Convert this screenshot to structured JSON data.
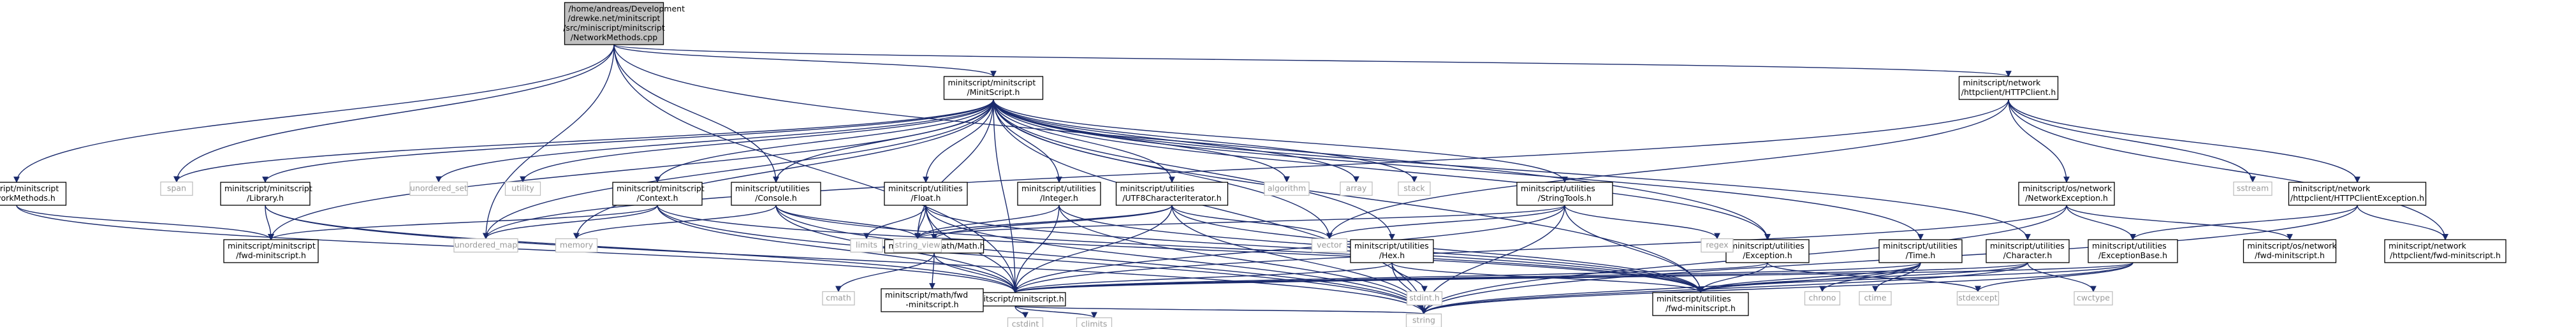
{
  "colors": {
    "edge": "#1a2a6c",
    "root_fill": "#bfbfbf",
    "node_fill": "#ffffff",
    "node_border": "#000000",
    "system_border": "#bfbfbf",
    "system_text": "#9a9a9a"
  },
  "nodes": [
    {
      "id": "root",
      "kind": "root",
      "lines": [
        "/home/andreas/Development",
        "/drewke.net/minitscript",
        "/src/miniscript/minitscript",
        "/NetworkMethods.cpp"
      ]
    },
    {
      "id": "minitscript_h",
      "kind": "file",
      "lines": [
        "minitscript/minitscript",
        "/MinitScript.h"
      ]
    },
    {
      "id": "httpclient_h",
      "kind": "file",
      "lines": [
        "minitscript/network",
        "/httpclient/HTTPClient.h"
      ]
    },
    {
      "id": "networkmethods_h",
      "kind": "file",
      "lines": [
        "minitscript/minitscript",
        "/NetworkMethods.h"
      ]
    },
    {
      "id": "library_h",
      "kind": "file",
      "lines": [
        "minitscript/minitscript",
        "/Library.h"
      ]
    },
    {
      "id": "context_h",
      "kind": "file",
      "lines": [
        "minitscript/minitscript",
        "/Context.h"
      ]
    },
    {
      "id": "console_h",
      "kind": "file",
      "lines": [
        "minitscript/utilities",
        "/Console.h"
      ]
    },
    {
      "id": "float_h",
      "kind": "file",
      "lines": [
        "minitscript/utilities",
        "/Float.h"
      ]
    },
    {
      "id": "integer_h",
      "kind": "file",
      "lines": [
        "minitscript/utilities",
        "/Integer.h"
      ]
    },
    {
      "id": "utf8_h",
      "kind": "file",
      "lines": [
        "minitscript/utilities",
        "/UTF8CharacterIterator.h"
      ]
    },
    {
      "id": "stringtools_h",
      "kind": "file",
      "lines": [
        "minitscript/utilities",
        "/StringTools.h"
      ]
    },
    {
      "id": "hex_h",
      "kind": "file",
      "lines": [
        "minitscript/utilities",
        "/Hex.h"
      ]
    },
    {
      "id": "exception_h",
      "kind": "file",
      "lines": [
        "minitscript/utilities",
        "/Exception.h"
      ]
    },
    {
      "id": "time_h",
      "kind": "file",
      "lines": [
        "minitscript/utilities",
        "/Time.h"
      ]
    },
    {
      "id": "character_h",
      "kind": "file",
      "lines": [
        "minitscript/utilities",
        "/Character.h"
      ]
    },
    {
      "id": "networkexception_h",
      "kind": "file",
      "lines": [
        "minitscript/os/network",
        "/NetworkException.h"
      ]
    },
    {
      "id": "exceptionbase_h",
      "kind": "file",
      "lines": [
        "minitscript/utilities",
        "/ExceptionBase.h"
      ]
    },
    {
      "id": "os_fwd_h",
      "kind": "file",
      "lines": [
        "minitscript/os/network",
        "/fwd-minitscript.h"
      ]
    },
    {
      "id": "httpclientexception_h",
      "kind": "file",
      "lines": [
        "minitscript/network",
        "/httpclient/HTTPClientException.h"
      ]
    },
    {
      "id": "httpclient_fwd_h",
      "kind": "file",
      "lines": [
        "minitscript/network",
        "/httpclient/fwd-minitscript.h"
      ]
    },
    {
      "id": "mm_fwd_h",
      "kind": "file",
      "lines": [
        "minitscript/minitscript",
        "/fwd-minitscript.h"
      ]
    },
    {
      "id": "minitscript_core_h",
      "kind": "file",
      "lines": [
        "minitscript/minitscript.h"
      ]
    },
    {
      "id": "math_h",
      "kind": "file",
      "lines": [
        "minitscript/math/Math.h"
      ]
    },
    {
      "id": "math_fwd_h",
      "kind": "file",
      "lines": [
        "minitscript/math/fwd",
        "-minitscript.h"
      ]
    },
    {
      "id": "util_fwd_h",
      "kind": "file",
      "lines": [
        "minitscript/utilities",
        "/fwd-minitscript.h"
      ]
    },
    {
      "id": "span",
      "kind": "system",
      "lines": [
        "span"
      ]
    },
    {
      "id": "unordered_set",
      "kind": "system",
      "lines": [
        "unordered_set"
      ]
    },
    {
      "id": "utility",
      "kind": "system",
      "lines": [
        "utility"
      ]
    },
    {
      "id": "unordered_map",
      "kind": "system",
      "lines": [
        "unordered_map"
      ]
    },
    {
      "id": "memory",
      "kind": "system",
      "lines": [
        "memory"
      ]
    },
    {
      "id": "limits",
      "kind": "system",
      "lines": [
        "limits"
      ]
    },
    {
      "id": "string_view",
      "kind": "system",
      "lines": [
        "string_view"
      ]
    },
    {
      "id": "algorithm",
      "kind": "system",
      "lines": [
        "algorithm"
      ]
    },
    {
      "id": "array",
      "kind": "system",
      "lines": [
        "array"
      ]
    },
    {
      "id": "stack",
      "kind": "system",
      "lines": [
        "stack"
      ]
    },
    {
      "id": "vector",
      "kind": "system",
      "lines": [
        "vector"
      ]
    },
    {
      "id": "regex",
      "kind": "system",
      "lines": [
        "regex"
      ]
    },
    {
      "id": "sstream",
      "kind": "system",
      "lines": [
        "sstream"
      ]
    },
    {
      "id": "cmath",
      "kind": "system",
      "lines": [
        "cmath"
      ]
    },
    {
      "id": "stdint",
      "kind": "system",
      "lines": [
        "stdint.h"
      ]
    },
    {
      "id": "chrono",
      "kind": "system",
      "lines": [
        "chrono"
      ]
    },
    {
      "id": "ctime",
      "kind": "system",
      "lines": [
        "ctime"
      ]
    },
    {
      "id": "stdexcept",
      "kind": "system",
      "lines": [
        "stdexcept"
      ]
    },
    {
      "id": "cwctype",
      "kind": "system",
      "lines": [
        "cwctype"
      ]
    },
    {
      "id": "cstdint",
      "kind": "system",
      "lines": [
        "cstdint"
      ]
    },
    {
      "id": "climits",
      "kind": "system",
      "lines": [
        "climits"
      ]
    },
    {
      "id": "string",
      "kind": "system",
      "lines": [
        "string"
      ]
    }
  ],
  "edges": [
    [
      "root",
      "minitscript_h"
    ],
    [
      "root",
      "httpclient_h"
    ],
    [
      "root",
      "networkmethods_h"
    ],
    [
      "root",
      "span"
    ],
    [
      "root",
      "console_h"
    ],
    [
      "root",
      "exception_h"
    ],
    [
      "root",
      "minitscript_core_h"
    ],
    [
      "root",
      "unordered_map"
    ],
    [
      "minitscript_h",
      "span"
    ],
    [
      "minitscript_h",
      "unordered_set"
    ],
    [
      "minitscript_h",
      "utility"
    ],
    [
      "minitscript_h",
      "memory"
    ],
    [
      "minitscript_h",
      "unordered_map"
    ],
    [
      "minitscript_h",
      "library_h"
    ],
    [
      "minitscript_h",
      "context_h"
    ],
    [
      "minitscript_h",
      "console_h"
    ],
    [
      "minitscript_h",
      "float_h"
    ],
    [
      "minitscript_h",
      "integer_h"
    ],
    [
      "minitscript_h",
      "utf8_h"
    ],
    [
      "minitscript_h",
      "algorithm"
    ],
    [
      "minitscript_h",
      "array"
    ],
    [
      "minitscript_h",
      "stack"
    ],
    [
      "minitscript_h",
      "stringtools_h"
    ],
    [
      "minitscript_h",
      "hex_h"
    ],
    [
      "minitscript_h",
      "exception_h"
    ],
    [
      "minitscript_h",
      "time_h"
    ],
    [
      "minitscript_h",
      "character_h"
    ],
    [
      "minitscript_h",
      "mm_fwd_h"
    ],
    [
      "minitscript_h",
      "minitscript_core_h"
    ],
    [
      "minitscript_h",
      "string_view"
    ],
    [
      "minitscript_h",
      "vector"
    ],
    [
      "minitscript_h",
      "string"
    ],
    [
      "minitscript_h",
      "util_fwd_h"
    ],
    [
      "httpclient_h",
      "sstream"
    ],
    [
      "httpclient_h",
      "httpclientexception_h"
    ],
    [
      "httpclient_h",
      "networkexception_h"
    ],
    [
      "httpclient_h",
      "httpclient_fwd_h"
    ],
    [
      "httpclient_h",
      "vector"
    ],
    [
      "httpclient_h",
      "unordered_map"
    ],
    [
      "networkmethods_h",
      "mm_fwd_h"
    ],
    [
      "networkmethods_h",
      "minitscript_core_h"
    ],
    [
      "library_h",
      "mm_fwd_h"
    ],
    [
      "library_h",
      "minitscript_core_h"
    ],
    [
      "library_h",
      "string"
    ],
    [
      "context_h",
      "unordered_map"
    ],
    [
      "context_h",
      "mm_fwd_h"
    ],
    [
      "context_h",
      "minitscript_core_h"
    ],
    [
      "context_h",
      "util_fwd_h"
    ],
    [
      "context_h",
      "string"
    ],
    [
      "console_h",
      "memory"
    ],
    [
      "console_h",
      "string"
    ],
    [
      "console_h",
      "string_view"
    ],
    [
      "console_h",
      "minitscript_core_h"
    ],
    [
      "console_h",
      "util_fwd_h"
    ],
    [
      "float_h",
      "limits"
    ],
    [
      "float_h",
      "string"
    ],
    [
      "float_h",
      "string_view"
    ],
    [
      "float_h",
      "math_h"
    ],
    [
      "float_h",
      "minitscript_core_h"
    ],
    [
      "float_h",
      "util_fwd_h"
    ],
    [
      "integer_h",
      "string"
    ],
    [
      "integer_h",
      "string_view"
    ],
    [
      "integer_h",
      "minitscript_core_h"
    ],
    [
      "integer_h",
      "util_fwd_h"
    ],
    [
      "utf8_h",
      "string"
    ],
    [
      "utf8_h",
      "string_view"
    ],
    [
      "utf8_h",
      "vector"
    ],
    [
      "utf8_h",
      "math_h"
    ],
    [
      "utf8_h",
      "minitscript_core_h"
    ],
    [
      "utf8_h",
      "util_fwd_h"
    ],
    [
      "stringtools_h",
      "regex"
    ],
    [
      "stringtools_h",
      "string"
    ],
    [
      "stringtools_h",
      "string_view"
    ],
    [
      "stringtools_h",
      "vector"
    ],
    [
      "stringtools_h",
      "minitscript_core_h"
    ],
    [
      "stringtools_h",
      "util_fwd_h"
    ],
    [
      "hex_h",
      "stdint"
    ],
    [
      "hex_h",
      "string"
    ],
    [
      "hex_h",
      "minitscript_core_h"
    ],
    [
      "hex_h",
      "util_fwd_h"
    ],
    [
      "exception_h",
      "stdexcept"
    ],
    [
      "exception_h",
      "minitscript_core_h"
    ],
    [
      "exception_h",
      "util_fwd_h"
    ],
    [
      "time_h",
      "chrono"
    ],
    [
      "time_h",
      "ctime"
    ],
    [
      "time_h",
      "string"
    ],
    [
      "time_h",
      "minitscript_core_h"
    ],
    [
      "time_h",
      "util_fwd_h"
    ],
    [
      "character_h",
      "cwctype"
    ],
    [
      "character_h",
      "string"
    ],
    [
      "character_h",
      "minitscript_core_h"
    ],
    [
      "character_h",
      "util_fwd_h"
    ],
    [
      "networkexception_h",
      "exceptionbase_h"
    ],
    [
      "networkexception_h",
      "os_fwd_h"
    ],
    [
      "networkexception_h",
      "string"
    ],
    [
      "networkexception_h",
      "minitscript_core_h"
    ],
    [
      "exceptionbase_h",
      "stdexcept"
    ],
    [
      "exceptionbase_h",
      "string"
    ],
    [
      "exceptionbase_h",
      "minitscript_core_h"
    ],
    [
      "exceptionbase_h",
      "util_fwd_h"
    ],
    [
      "httpclientexception_h",
      "exceptionbase_h"
    ],
    [
      "httpclientexception_h",
      "httpclient_fwd_h"
    ],
    [
      "httpclientexception_h",
      "string"
    ],
    [
      "math_h",
      "cmath"
    ],
    [
      "math_h",
      "math_fwd_h"
    ],
    [
      "math_h",
      "minitscript_core_h"
    ],
    [
      "minitscript_core_h",
      "cstdint"
    ],
    [
      "minitscript_core_h",
      "climits"
    ],
    [
      "minitscript_core_h",
      "string"
    ]
  ]
}
